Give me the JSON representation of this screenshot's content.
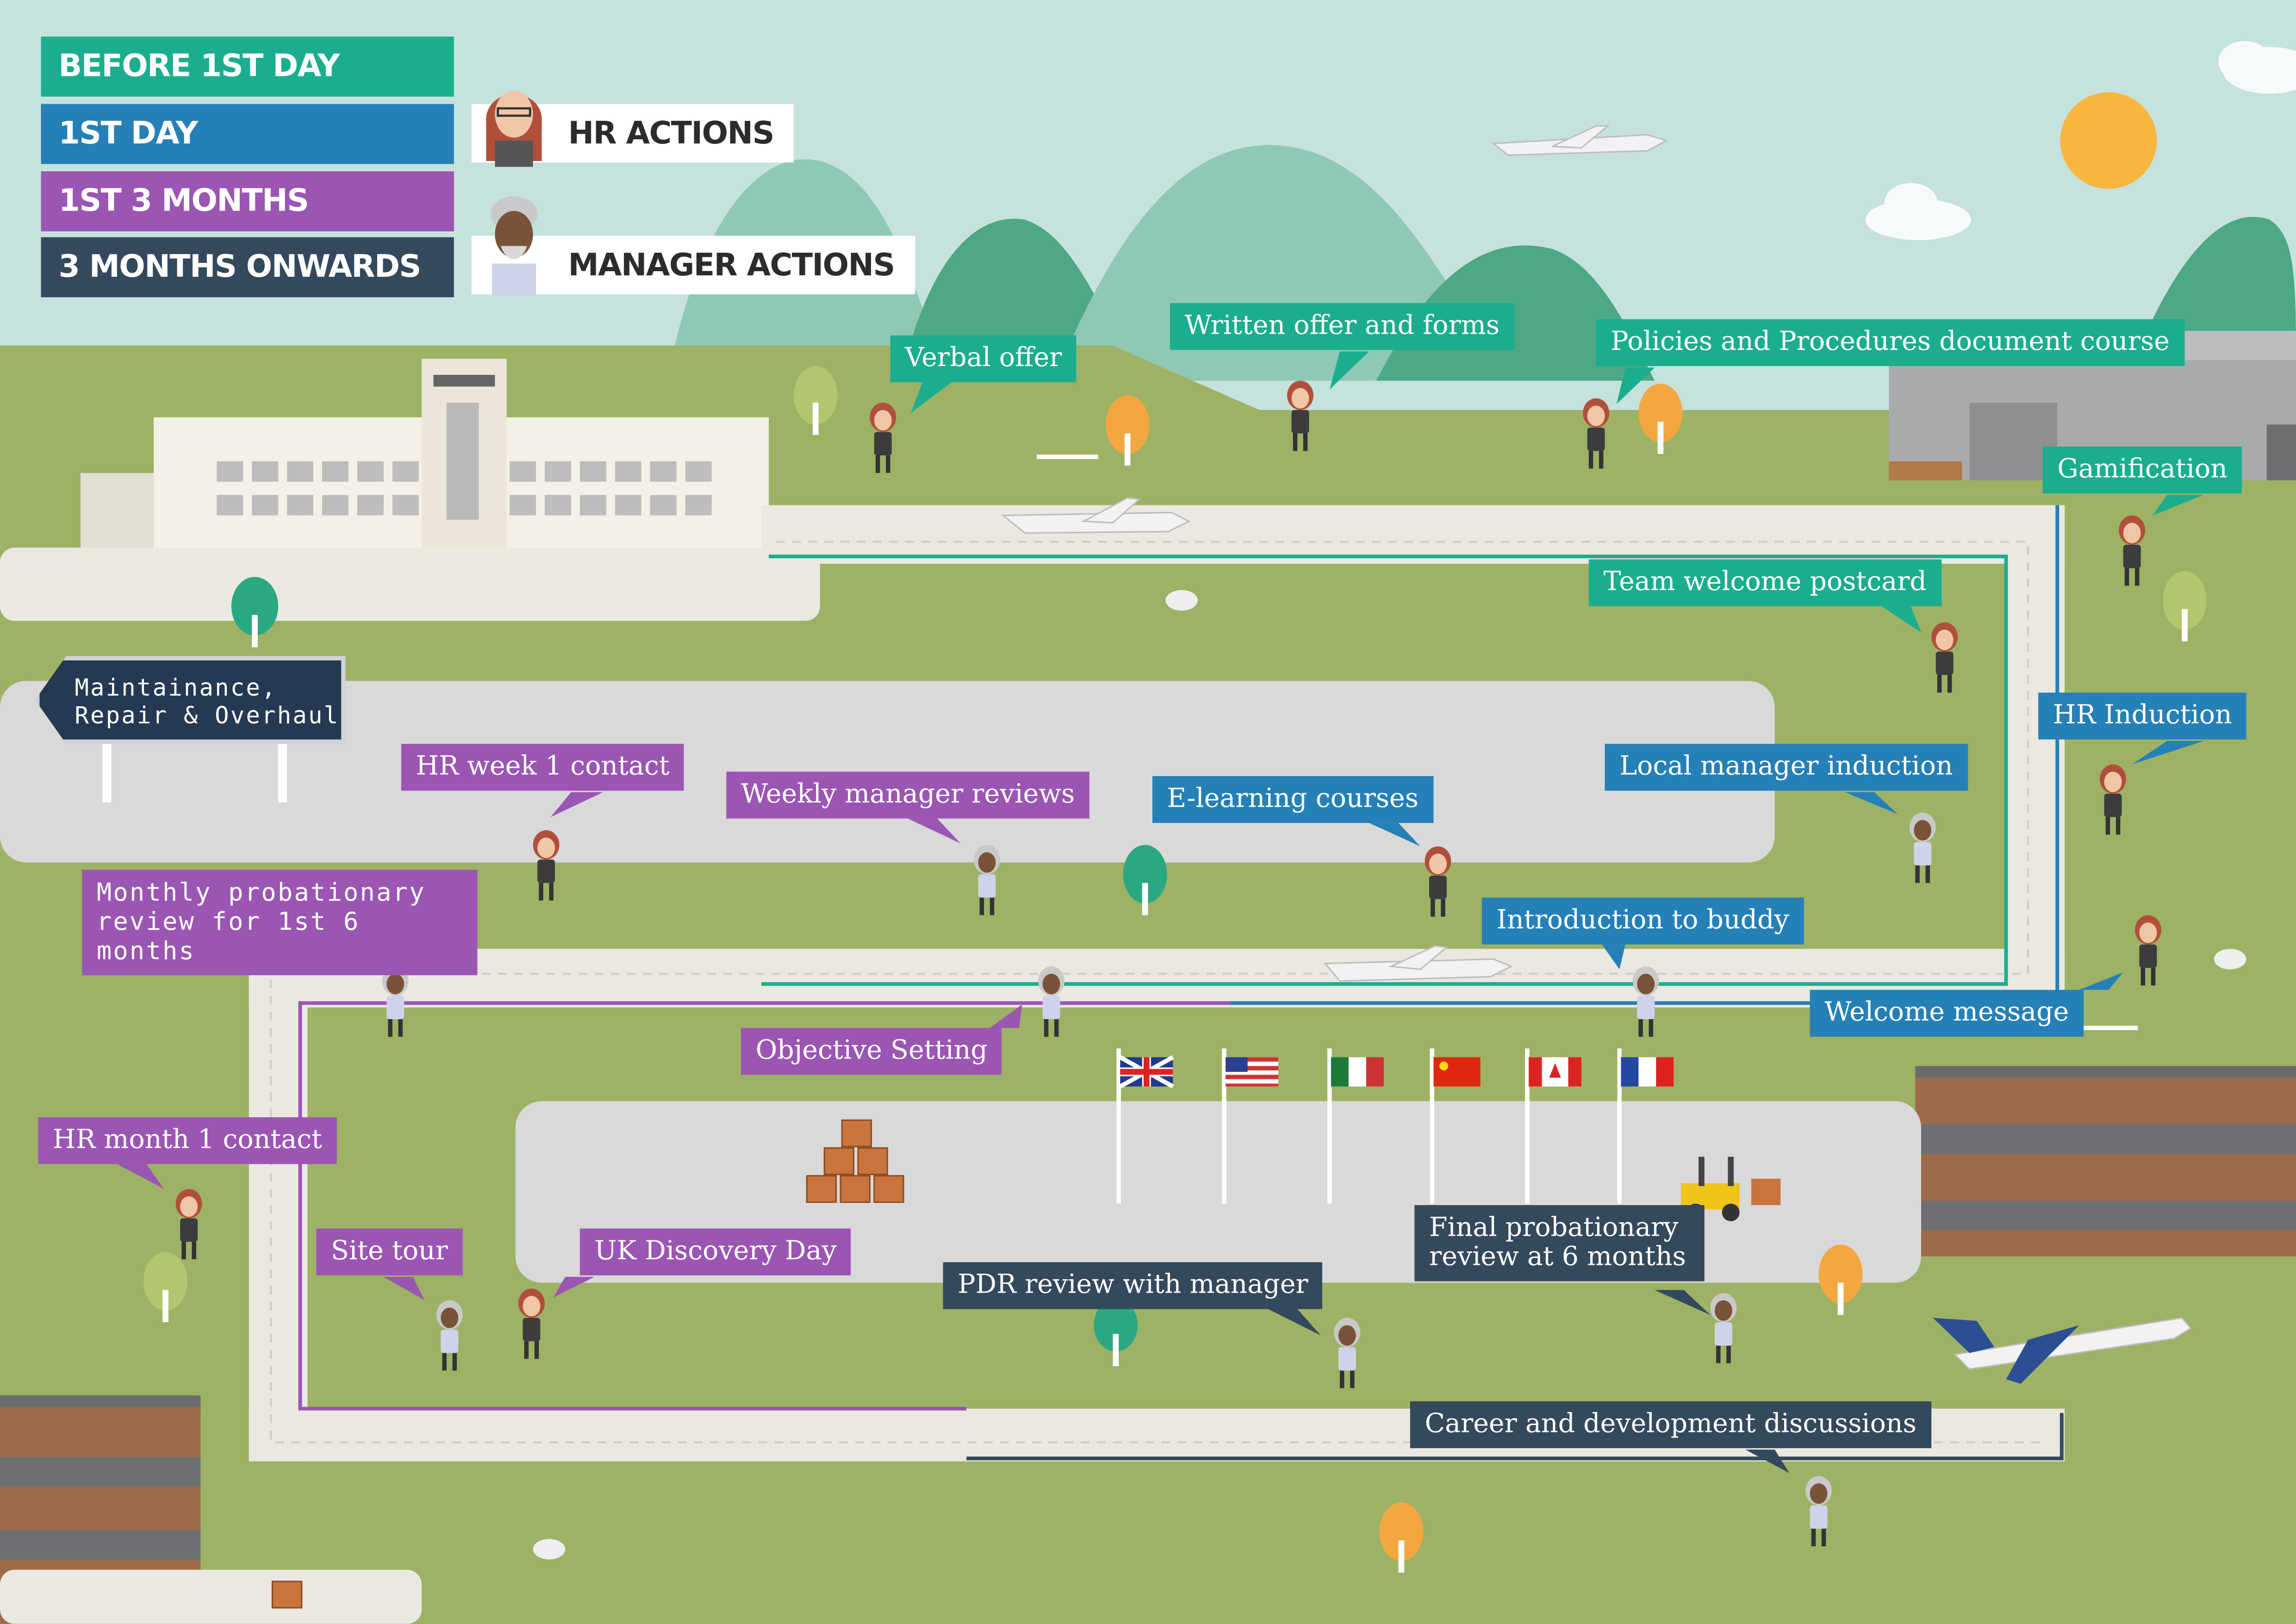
{
  "legend": {
    "phases": [
      {
        "label": "BEFORE 1ST DAY",
        "color": "#1aae8e"
      },
      {
        "label": "1ST DAY",
        "color": "#2680b8"
      },
      {
        "label": "1ST 3 MONTHS",
        "color": "#9b55b2"
      },
      {
        "label": "3 MONTHS ONWARDS",
        "color": "#35495d"
      }
    ],
    "roles": [
      {
        "label": "HR ACTIONS",
        "icon": "hr-person-icon"
      },
      {
        "label": "MANAGER ACTIONS",
        "icon": "manager-person-icon"
      }
    ]
  },
  "sign": {
    "label": "Maintainance, Repair & Overhaul"
  },
  "callouts": {
    "verbal_offer": "Verbal offer",
    "written_offer": "Written offer and forms",
    "policies": "Policies and Procedures document course",
    "gamification": "Gamification",
    "team_postcard": "Team welcome postcard",
    "hr_induction": "HR Induction",
    "local_manager": "Local manager induction",
    "elearning": "E-learning courses",
    "weekly_reviews": "Weekly manager reviews",
    "hr_week1": "HR week 1 contact",
    "monthly_probationary": "Monthly probationary review for 1st 6 months",
    "intro_buddy": "Introduction to buddy",
    "welcome_message": "Welcome message",
    "objective_setting": "Objective Setting",
    "hr_month1": "HR month 1 contact",
    "site_tour": "Site tour",
    "uk_discovery": "UK Discovery Day",
    "pdr_review": "PDR review with manager",
    "final_probationary": "Final probationary review at 6 months",
    "career_discussions": "Career and development discussions"
  },
  "flags": [
    "uk-flag-icon",
    "us-flag-icon",
    "mexico-flag-icon",
    "china-flag-icon",
    "canada-flag-icon",
    "france-flag-icon"
  ],
  "colors": {
    "sky": "#c6e2dd",
    "grass": "#9db264",
    "road": "#ebe8e2",
    "hr_hair": "#b0503a",
    "manager_hair": "#c9c9c9"
  }
}
